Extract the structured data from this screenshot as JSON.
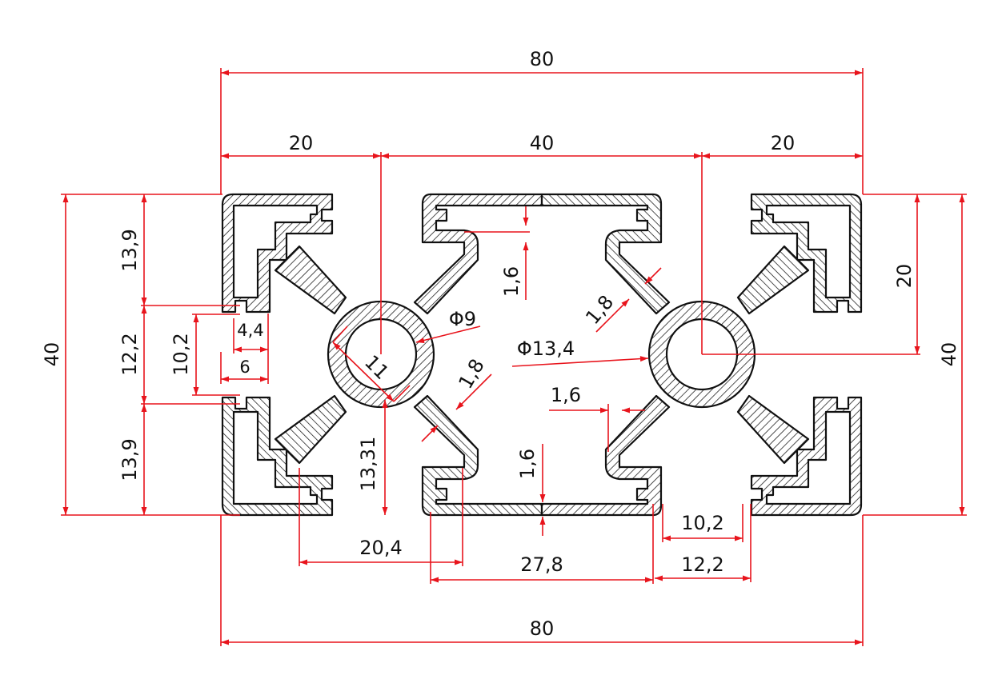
{
  "title": "80x40 aluminium extrusion profile cross-section",
  "colors": {
    "dimension": "#e8141c",
    "outline": "#111111",
    "background": "#ffffff"
  },
  "dimensions": {
    "overall_width_top": "80",
    "left_pitch": "20",
    "center_pitch": "40",
    "right_pitch": "20",
    "overall_height_left": "40",
    "upper_flange_left": "13,9",
    "slot_pitch_left": "12,2",
    "lower_flange_left": "13,9",
    "slot_opening_left": "10,2",
    "lip_width": "4,4",
    "lip_depth": "6",
    "overall_height_right": "40",
    "half_height_right": "20",
    "bore_dia": "Φ9",
    "hub_dia": "Φ13,4",
    "bore_across": "11",
    "web_thickness_lower": "1,8",
    "web_thickness_upper": "1,8",
    "hub_to_edge": "13,31",
    "wall_top": "1,6",
    "wall_bottom": "1,6",
    "wall_side": "1,6",
    "slot_opening_bottom": "10,2",
    "slot_width_bottom": "12,2",
    "slot_span_left": "20,4",
    "center_slot_span": "27,8",
    "overall_width_bottom": "80"
  }
}
